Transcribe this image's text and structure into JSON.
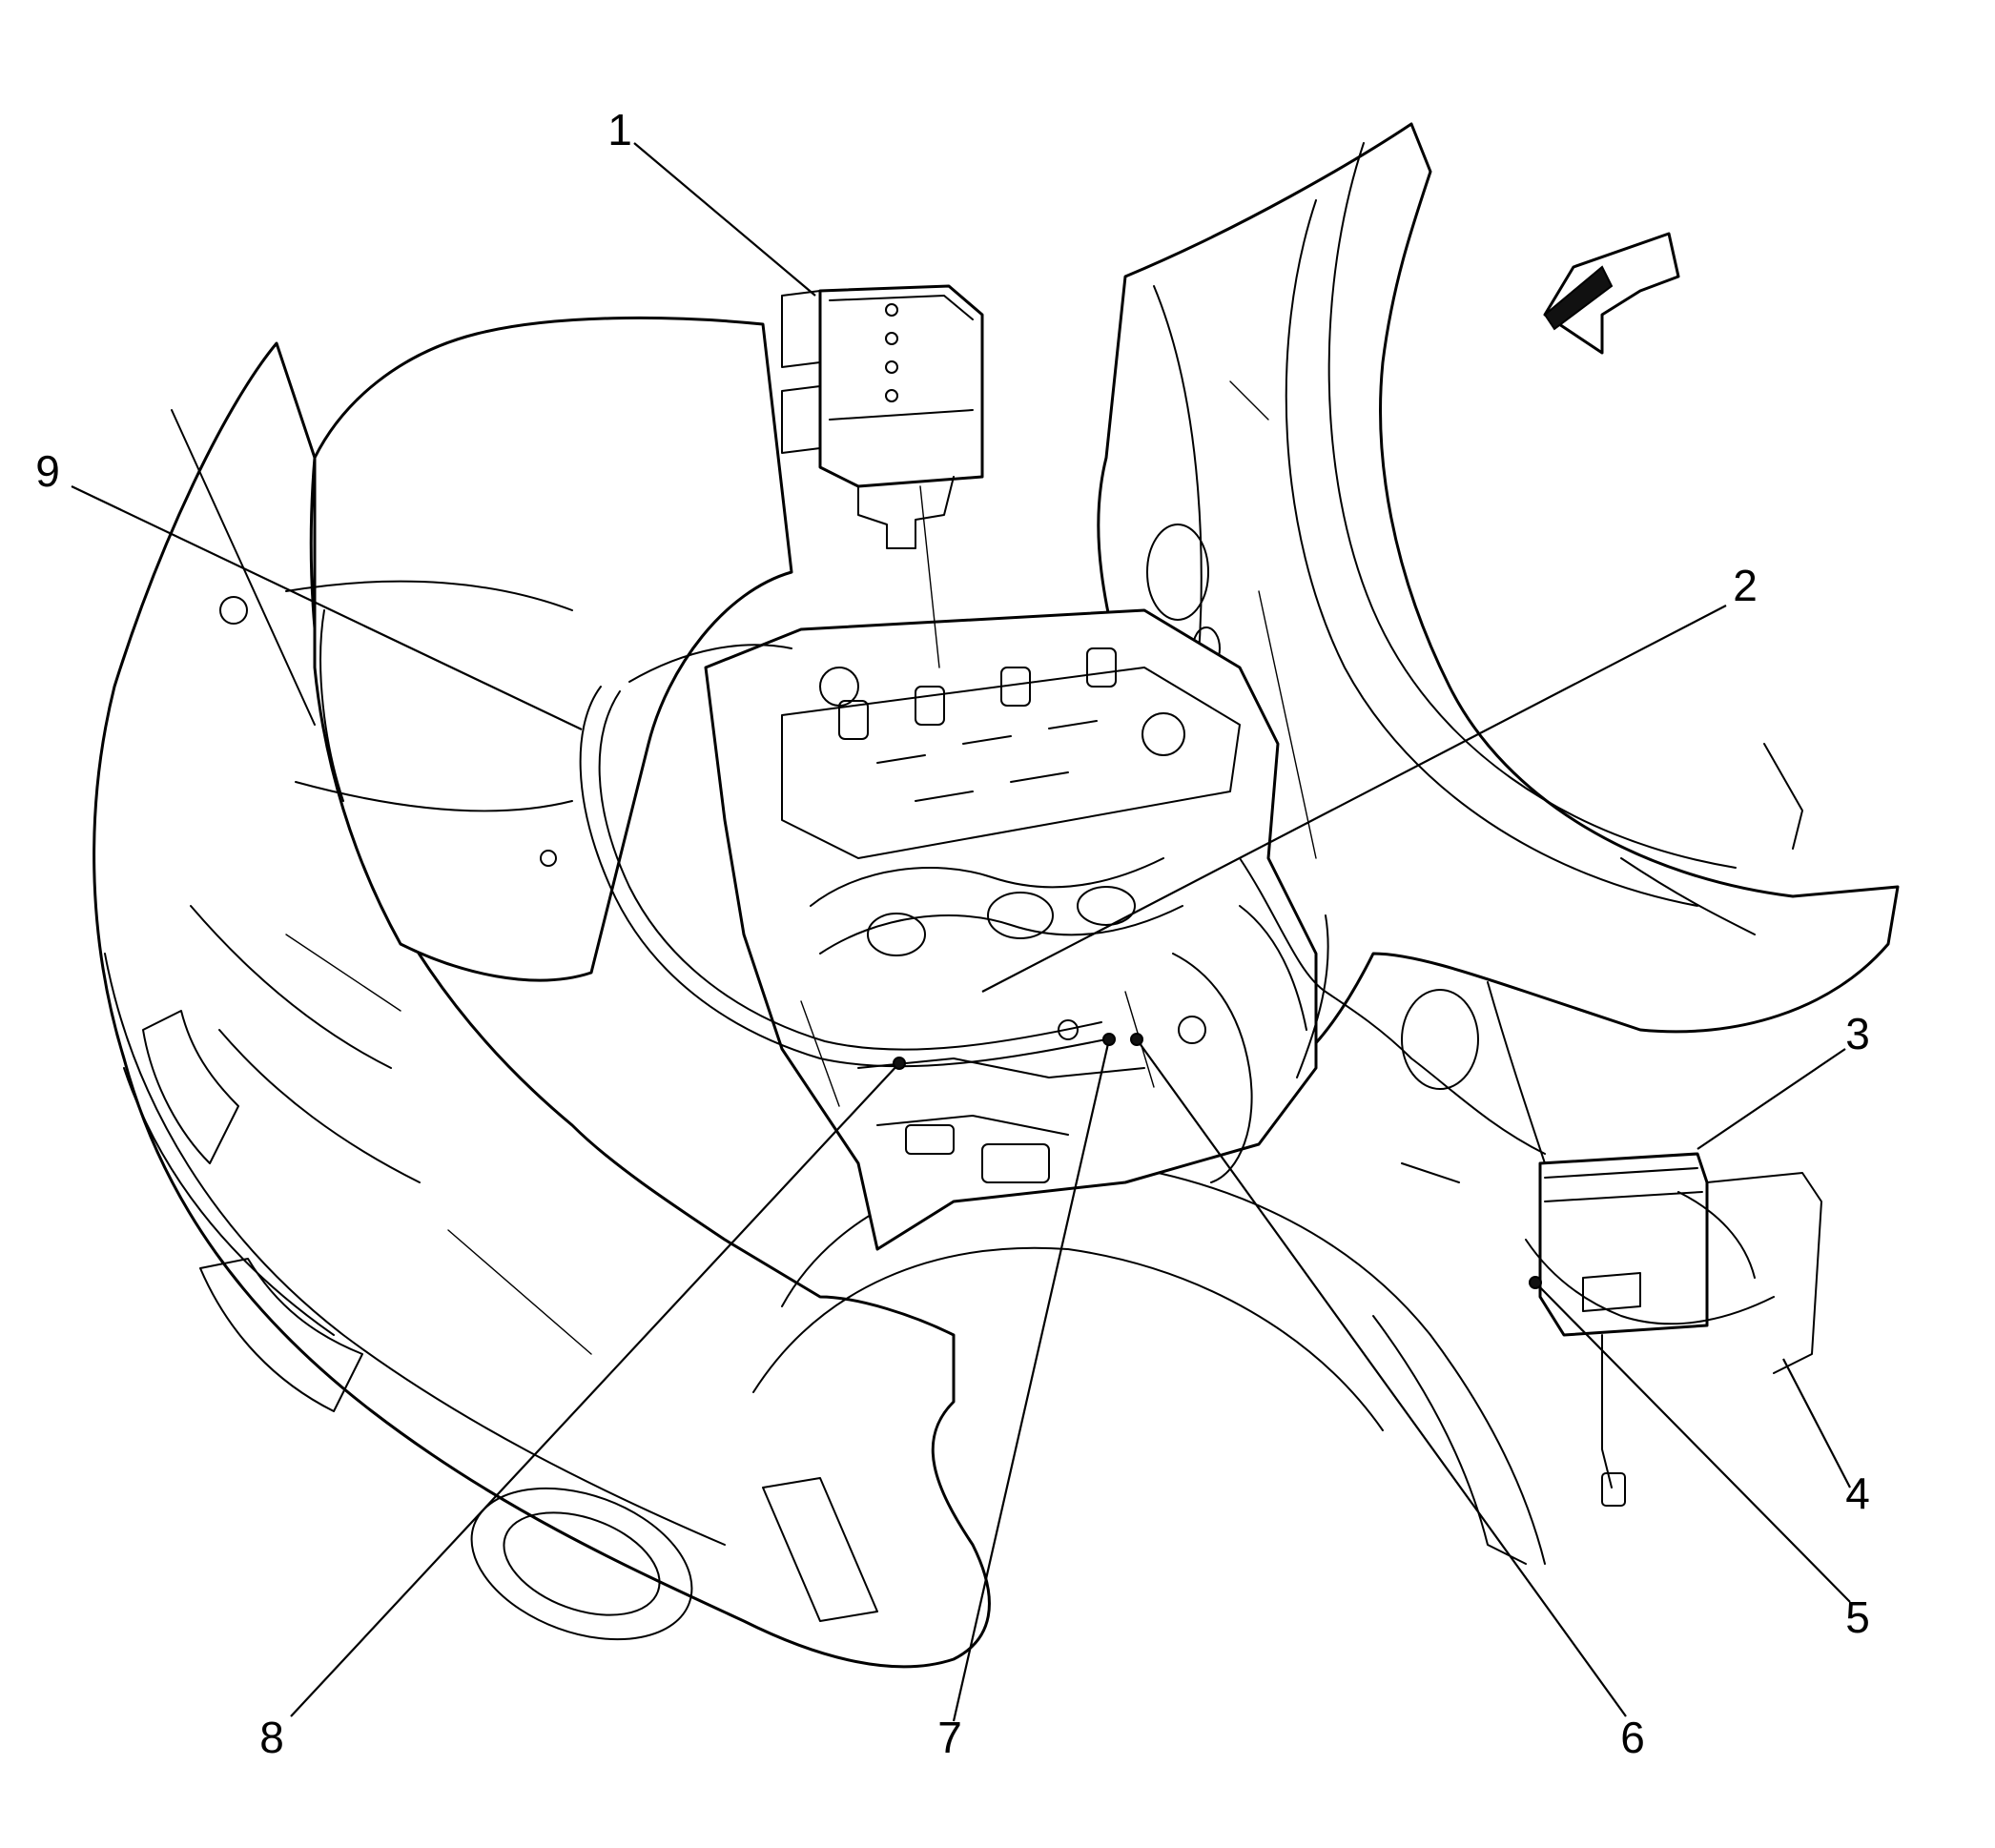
{
  "callouts": [
    {
      "id": "1",
      "label": "1"
    },
    {
      "id": "2",
      "label": "2"
    },
    {
      "id": "3",
      "label": "3"
    },
    {
      "id": "4",
      "label": "4"
    },
    {
      "id": "5",
      "label": "5"
    },
    {
      "id": "6",
      "label": "6"
    },
    {
      "id": "7",
      "label": "7"
    },
    {
      "id": "8",
      "label": "8"
    },
    {
      "id": "9",
      "label": "9"
    }
  ],
  "icons": {
    "direction_arrow": "forward-direction-arrow-icon"
  },
  "colors": {
    "line": "#000000",
    "background": "#ffffff"
  }
}
